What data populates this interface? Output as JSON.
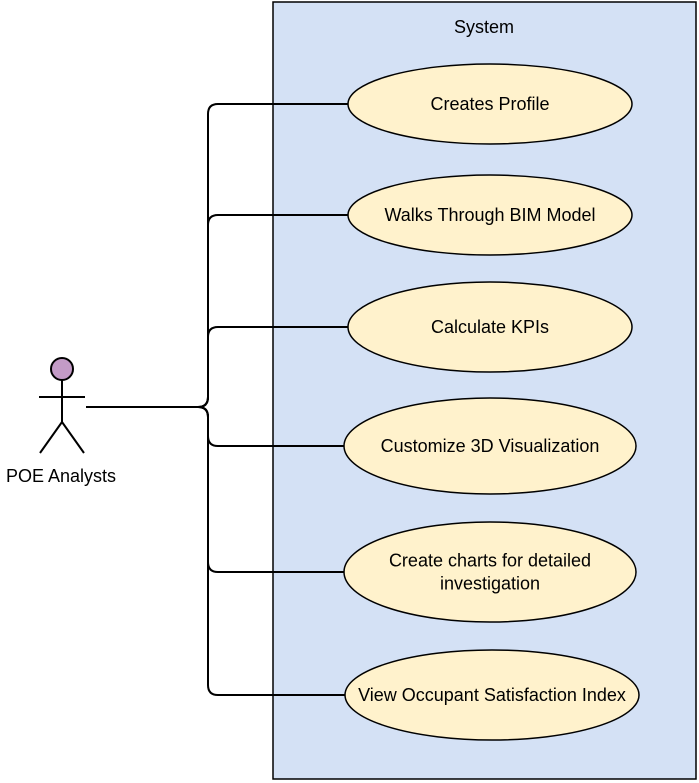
{
  "system": {
    "title": "System",
    "fill_color": "#d4e1f5"
  },
  "actor": {
    "name": "POE Analysts",
    "head_color": "#c39bc6"
  },
  "use_cases": [
    {
      "lines": [
        "Creates Profile"
      ]
    },
    {
      "lines": [
        "Walks Through BIM Model"
      ]
    },
    {
      "lines": [
        "Calculate KPIs"
      ]
    },
    {
      "lines": [
        "Customize 3D Visualization"
      ]
    },
    {
      "lines": [
        "Create charts for detailed",
        "investigation"
      ]
    },
    {
      "lines": [
        "View Occupant Satisfaction Index"
      ]
    }
  ],
  "use_case_fill_color": "#fff2cc"
}
